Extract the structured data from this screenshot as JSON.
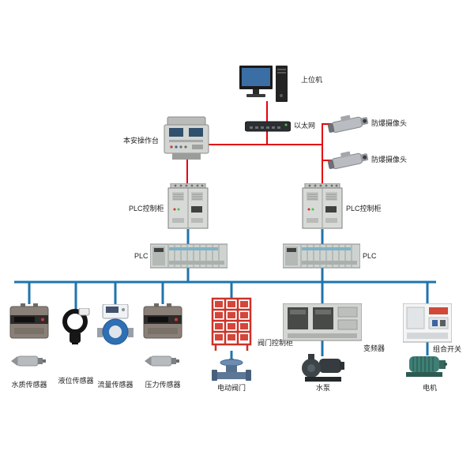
{
  "colors": {
    "line_red": "#e60012",
    "line_blue": "#1f74ad",
    "cabinet_gray": "#d8dad7",
    "valve_frame_red": "#cc3327"
  },
  "diagram": {
    "labels": {
      "host": "上位机",
      "ethernet": "以太网",
      "camera_top": "防爆摄像头",
      "camera_bottom": "防爆摄像头",
      "console": "本安操作台",
      "plc_cabinet_left": "PLC控制柜",
      "plc_cabinet_right": "PLC控制柜",
      "plc_left": "PLC",
      "plc_right": "PLC",
      "valve_cabinet": "阀门控制柜",
      "valve": "电动阀门",
      "vfd": "变频器",
      "pump": "水泵",
      "combo_switch": "组合开关",
      "motor": "电机",
      "sensors": [
        "水质传感器",
        "液位传感器",
        "流量传感器",
        "压力传感器"
      ]
    }
  }
}
